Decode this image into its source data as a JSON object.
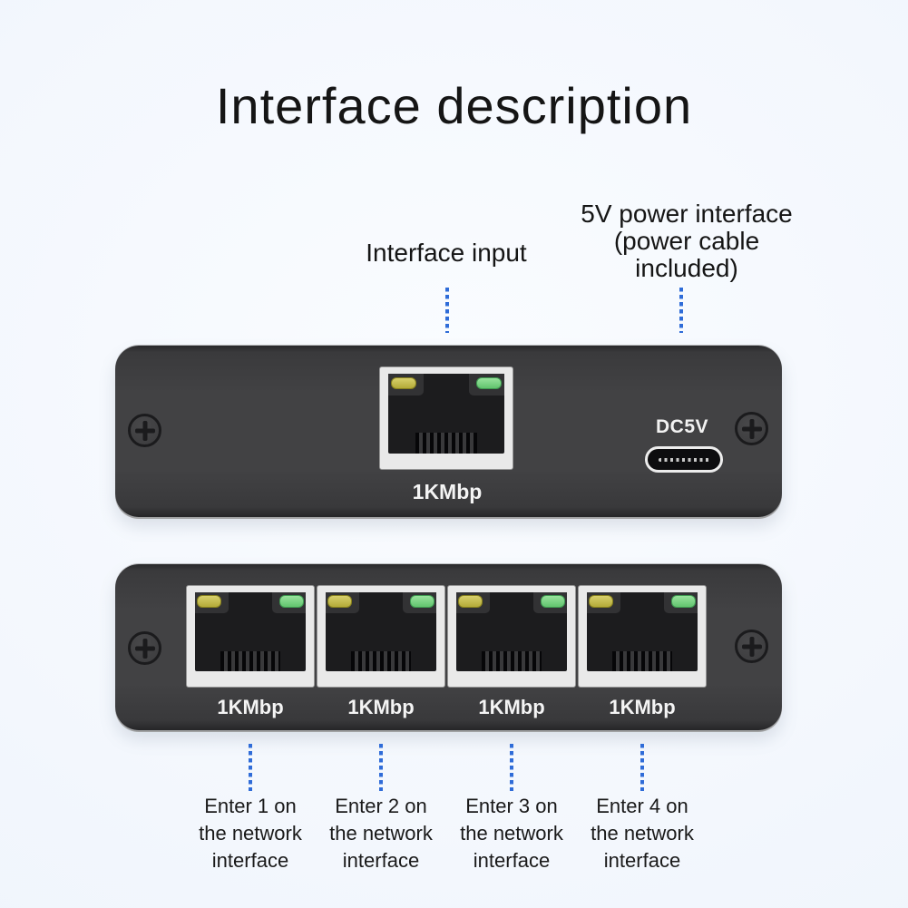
{
  "title": "Interface description",
  "annotations_top": {
    "interface_input": "Interface input",
    "power_interface_lines": [
      "5V power interface",
      "(power cable",
      "included)"
    ]
  },
  "top_device": {
    "port": {
      "label": "1KMbp",
      "led_left": "yellow",
      "led_right": "green"
    },
    "power_port": {
      "label": "DC5V",
      "type": "usb-c"
    }
  },
  "bottom_device": {
    "ports": [
      {
        "label": "1KMbp"
      },
      {
        "label": "1KMbp"
      },
      {
        "label": "1KMbp"
      },
      {
        "label": "1KMbp"
      }
    ]
  },
  "annotations_bottom": [
    {
      "lines": [
        "Enter 1 on",
        "the network",
        "interface"
      ]
    },
    {
      "lines": [
        "Enter 2 on",
        "the network",
        "interface"
      ]
    },
    {
      "lines": [
        "Enter 3 on",
        "the network",
        "interface"
      ]
    },
    {
      "lines": [
        "Enter 4 on",
        "the network",
        "interface"
      ]
    }
  ],
  "colors": {
    "background_edge": "#eaf1fb",
    "background_center": "#fafcff",
    "device_body": "#424244",
    "connector_blue": "#2f6cd8",
    "led_yellow": "#c9c14e",
    "led_green": "#7fd282",
    "port_bezel": "#e9e9e9",
    "device_label_text": "#f4f4f4",
    "title_text": "#151515"
  }
}
